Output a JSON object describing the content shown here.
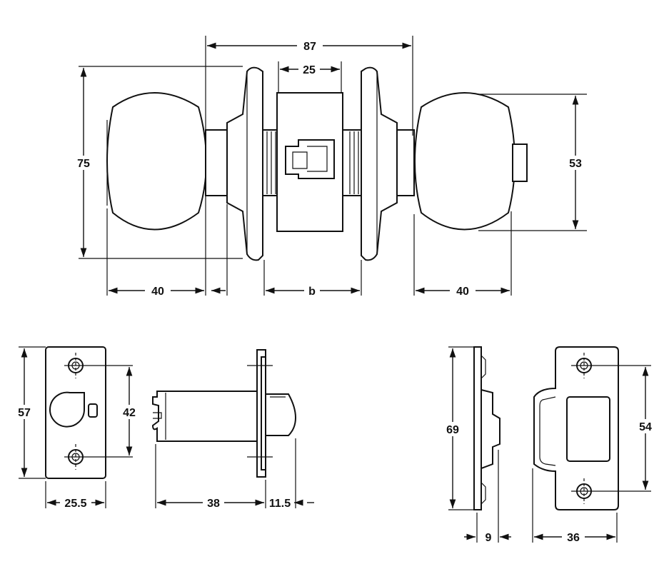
{
  "dimensions": {
    "overall_width": "87",
    "latch_housing": "25",
    "rose_diameter": "75",
    "knob_diameter": "53",
    "knob_length_left": "40",
    "door_thickness": "b",
    "knob_length_right": "40",
    "faceplate_height": "57",
    "faceplate_screw_centers": "42",
    "faceplate_width": "25.5",
    "backset": "38",
    "latch_projection": "11.5",
    "strike_height": "69",
    "strike_lip_depth": "9",
    "strike_screw_centers": "54",
    "strike_width": "36"
  }
}
